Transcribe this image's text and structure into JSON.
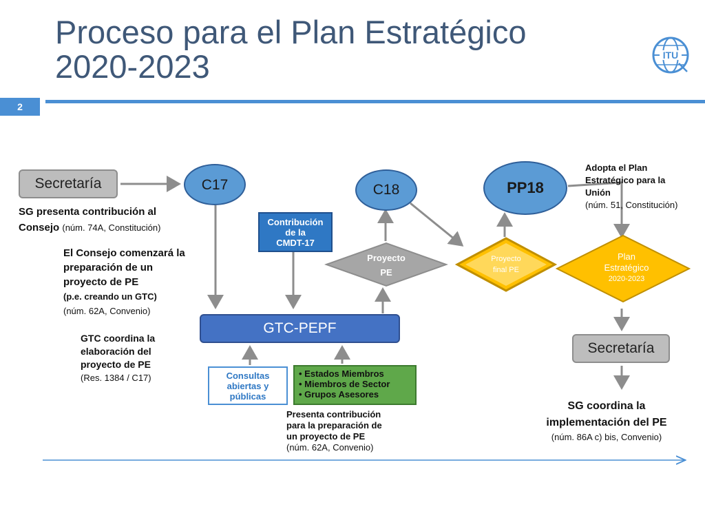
{
  "header": {
    "title_line1": "Proceso para el Plan Estratégico",
    "title_line2": "2020-2023",
    "slide_number": "2",
    "logo_icon": "itu-logo-icon",
    "logo_text": "ITU"
  },
  "nodes": {
    "secretaria_left": "Secretaría",
    "c17": "C17",
    "c18": "C18",
    "pp18": "PP18",
    "contribucion": [
      "Contribución",
      "de la",
      "CMDT-17"
    ],
    "proyecto_pe": [
      "Proyecto",
      "PE"
    ],
    "proyecto_final": [
      "Proyecto",
      "final PE"
    ],
    "plan_estrategico": [
      "Plan",
      "Estratégico",
      "2020-2023"
    ],
    "gtc": "GTC-PEPF",
    "consultas": [
      "Consultas",
      "abiertas y",
      "públicas"
    ],
    "estados": [
      "• Estados Miembros",
      "• Miembros de Sector",
      "• Grupos Asesores"
    ],
    "secretaria_right": "Secretaría"
  },
  "notes": {
    "sg_presenta": "SG presenta contribución al",
    "consejo": "Consejo",
    "consejo_ref": "(núm. 74A, Constitución)",
    "consejo_comenzara": [
      "El Consejo comenzará la",
      "preparación de un",
      "proyecto de PE"
    ],
    "creando_gtc": "(p.e. creando un GTC)",
    "consejo_ref2": "(núm. 62A, Convenio)",
    "gtc_coordina": [
      "GTC coordina la",
      "elaboración del",
      "proyecto de PE"
    ],
    "gtc_ref": "(Res. 1384 / C17)",
    "presenta_contrib": [
      "Presenta contribución",
      "para la preparación de",
      "un proyecto de PE"
    ],
    "presenta_ref": "(núm. 62A, Convenio)",
    "adopta": [
      "Adopta el Plan",
      "Estratégico para la",
      "Unión"
    ],
    "adopta_ref": "(núm. 51, Constitución)",
    "sg_coordina": [
      "SG coordina la",
      "implementación del PE"
    ],
    "sg_coordina_ref": "(núm. 86A c) bis, Convenio)"
  },
  "colors": {
    "title": "#3f5878",
    "accent_blue": "#4a8fd4",
    "oval_blue": "#5b9bd5",
    "gtc_blue": "#4472c4",
    "diamond_gray": "#a6a6a6",
    "gold": "#ffc000",
    "green": "#5fa84a",
    "arrow_gray": "#8d8d8d"
  }
}
